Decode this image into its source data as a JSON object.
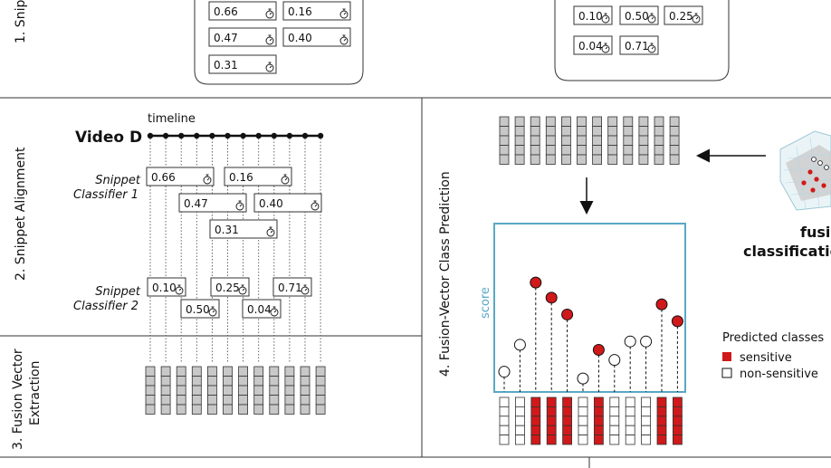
{
  "sections": {
    "snippet_top": "1. Snip",
    "alignment": "2. Snippet Alignment",
    "extraction_l1": "3. Fusion Vector",
    "extraction_l2": "Extraction",
    "prediction": "4. Fusion-Vector Class Prediction"
  },
  "top_boxes": {
    "left": [
      "0.66",
      "0.16",
      "0.47",
      "0.40",
      "0.31"
    ],
    "right": [
      "0.10",
      "0.50",
      "0.25",
      "0.04",
      "0.71"
    ]
  },
  "alignment": {
    "timeline_label": "timeline",
    "video_label": "Video D",
    "classifier1_l1": "Snippet",
    "classifier1_l2": "Classifier 1",
    "classifier2_l1": "Snippet",
    "classifier2_l2": "Classifier 2",
    "c1_scores": [
      "0.66",
      "0.16",
      "0.47",
      "0.40",
      "0.31"
    ],
    "c2_scores": [
      "0.10",
      "0.25",
      "0.71",
      "0.50",
      "0.04"
    ]
  },
  "prediction": {
    "score_label": "score",
    "fusion_l1": "fusi",
    "fusion_l2": "classificatio",
    "legend_title": "Predicted classes",
    "legend_sensitive": "sensitive",
    "legend_nonsensitive": "non-sensitive",
    "score_levels": [
      0.12,
      0.28,
      0.65,
      0.56,
      0.46,
      0.08,
      0.25,
      0.19,
      0.3,
      0.3,
      0.52,
      0.42
    ],
    "sensitive_flags": [
      false,
      false,
      true,
      true,
      true,
      false,
      true,
      false,
      false,
      false,
      true,
      true
    ]
  },
  "colors": {
    "sensitive": "#d0191a",
    "cell_gray": "#c8c8c8",
    "frame_blue": "#5aa8c4"
  }
}
